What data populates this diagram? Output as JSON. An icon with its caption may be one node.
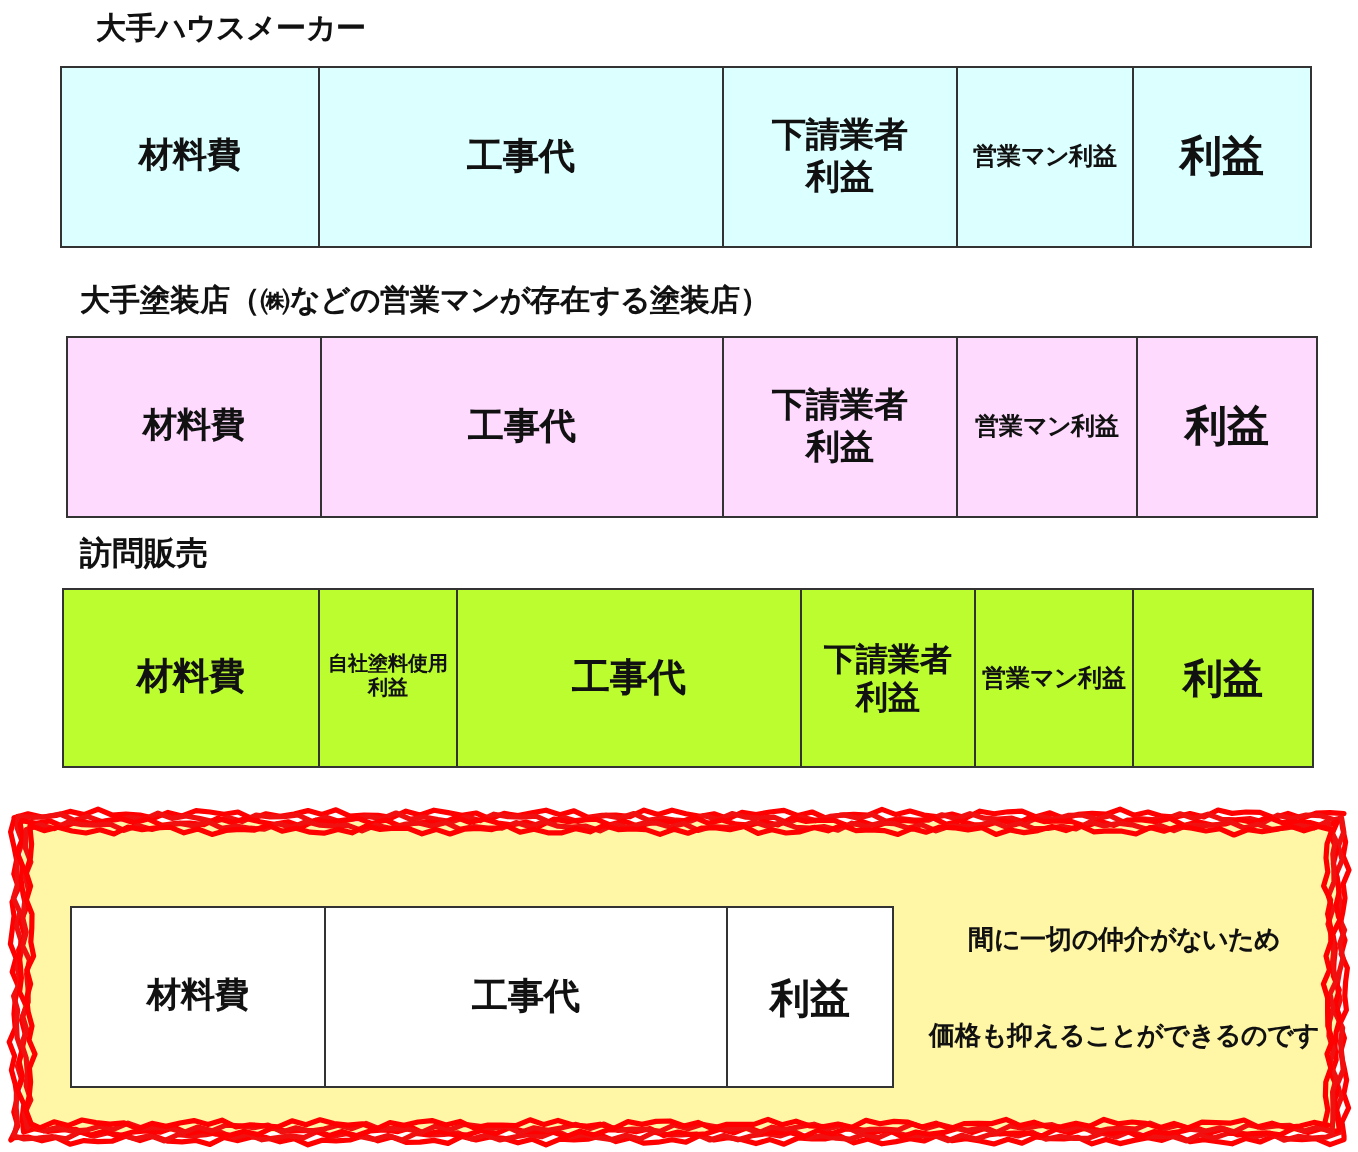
{
  "diagram": {
    "nodes": [
      {
        "text": [
          "大手ハウスメーカー"
        ]
      },
      {
        "text": [
          "材料費"
        ],
        "in": 0
      },
      {
        "text": [
          "工事代"
        ],
        "in": 0
      },
      {
        "text": [
          "下請業者利益"
        ],
        "in": 0
      },
      {
        "text": [
          "営業マン利益"
        ],
        "in": 0
      },
      {
        "text": [
          "利益"
        ],
        "in": 0
      },
      {
        "text": [
          "大手塗装店（㈱などの営業マンが存在する塗装店）"
        ]
      },
      {
        "text": [
          "材料費"
        ],
        "in": 6
      },
      {
        "text": [
          "工事代"
        ],
        "in": 6
      },
      {
        "text": [
          "下請業者利益"
        ],
        "in": 6
      },
      {
        "text": [
          "営業マン利益"
        ],
        "in": 6
      },
      {
        "text": [
          "利益"
        ],
        "in": 6
      },
      {
        "text": [
          "訪問販売"
        ]
      },
      {
        "text": [
          "材料費"
        ],
        "in": 12
      },
      {
        "text": [
          "自社塗料使用利益"
        ],
        "in": 12
      },
      {
        "text": [
          "工事代"
        ],
        "in": 12
      },
      {
        "text": [
          "下請業者利益"
        ],
        "in": 12
      },
      {
        "text": [
          "営業マン利益"
        ],
        "in": 12
      },
      {
        "text": [
          "利益"
        ],
        "in": 12
      },
      {
        "text": [
          "間に一切の仲介がないため",
          "価格も抑えることができるのです"
        ]
      },
      {
        "text": [],
        "shape": "box",
        "in": 19
      },
      {
        "text": [
          "材料費"
        ],
        "in": 20
      },
      {
        "text": [
          "工事代"
        ],
        "in": 20
      },
      {
        "text": [
          "利益"
        ],
        "in": 20
      }
    ]
  }
}
